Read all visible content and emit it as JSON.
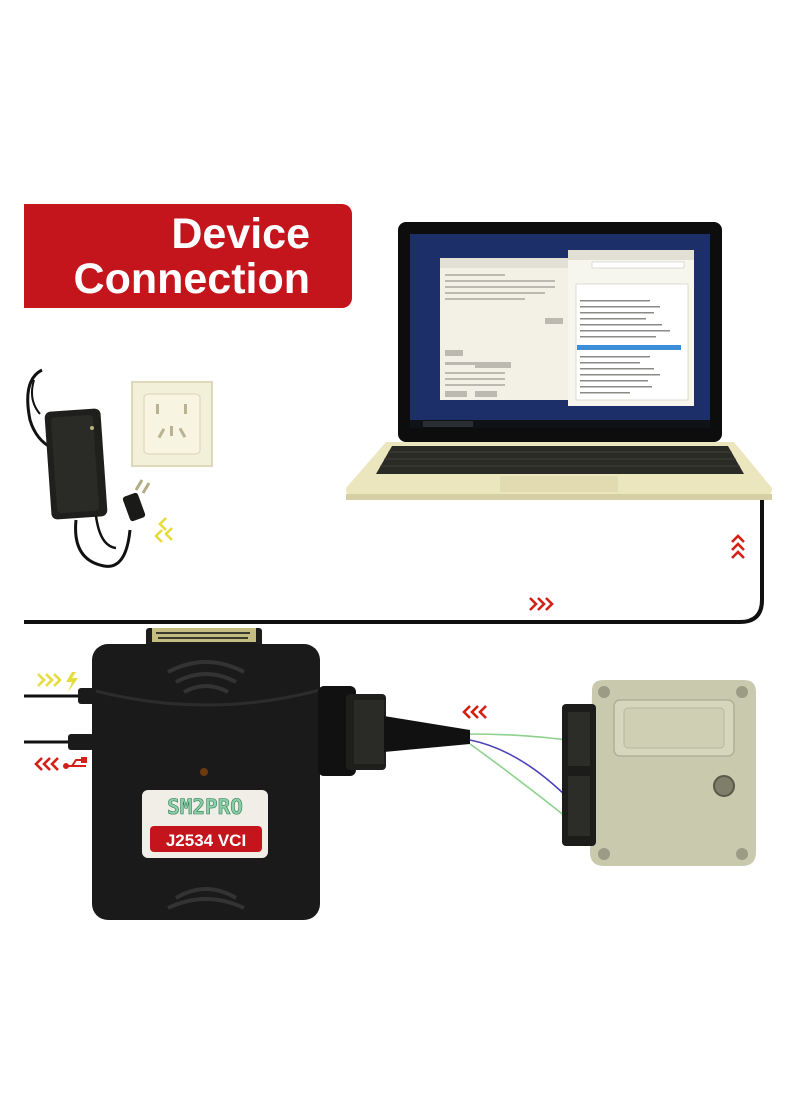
{
  "title": {
    "line1": "Device",
    "line2": "Connection"
  },
  "device": {
    "brand": "SM2PRO",
    "model": "J2534 VCI"
  },
  "colors": {
    "banner": "#c4151c",
    "arrow_red": "#d32118",
    "arrow_yellow": "#e6dc3c",
    "cable": "#111111",
    "device_body": "#1a1a1a",
    "laptop_shell": "#ece6bf",
    "ecu_metal": "#c9c9ae",
    "outlet": "#f2f0d8"
  },
  "icons": {
    "power": "lightning-icon",
    "usb": "usb-icon",
    "direction": "chevron-right-icon"
  }
}
